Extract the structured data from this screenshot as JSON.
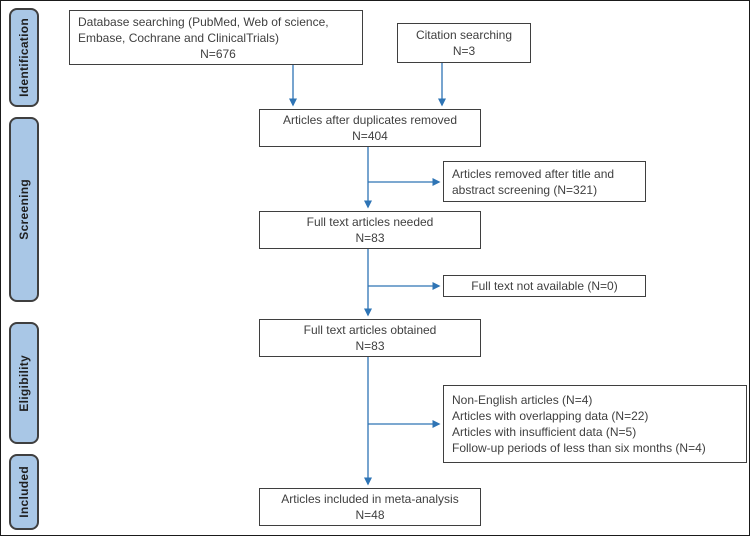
{
  "colors": {
    "arrow": "#2e74b5",
    "stage_fill": "#a9c7e6",
    "stage_border": "#3f3f3f",
    "box_border": "#3f3f3f",
    "text": "#404040"
  },
  "stages": [
    {
      "label": "Identification"
    },
    {
      "label": "Screening"
    },
    {
      "label": "Eligibility"
    },
    {
      "label": "Included"
    }
  ],
  "boxes": {
    "database": {
      "line1": "Database searching (PubMed, Web of science,",
      "line2": "Embase, Cochrane and ClinicalTrials)",
      "line3": "N=676"
    },
    "citation": {
      "line1": "Citation searching",
      "line2": "N=3"
    },
    "duplicates": {
      "line1": "Articles after duplicates removed",
      "line2": "N=404"
    },
    "title_abstract": {
      "line1": "Articles removed after title and",
      "line2": "abstract  screening (N=321)"
    },
    "ft_needed": {
      "line1": "Full text articles needed",
      "line2": "N=83"
    },
    "ft_not_available": {
      "line1": "Full text not available (N=0)"
    },
    "ft_obtained": {
      "line1": "Full text articles obtained",
      "line2": "N=83"
    },
    "exclusions": {
      "lines": [
        "Non-English articles (N=4)",
        "Articles with overlapping data (N=22)",
        "Articles with insufficient data (N=5)",
        "Follow-up periods of less than six months (N=4)"
      ]
    },
    "included": {
      "line1": "Articles included in meta-analysis",
      "line2": "N=48"
    }
  }
}
